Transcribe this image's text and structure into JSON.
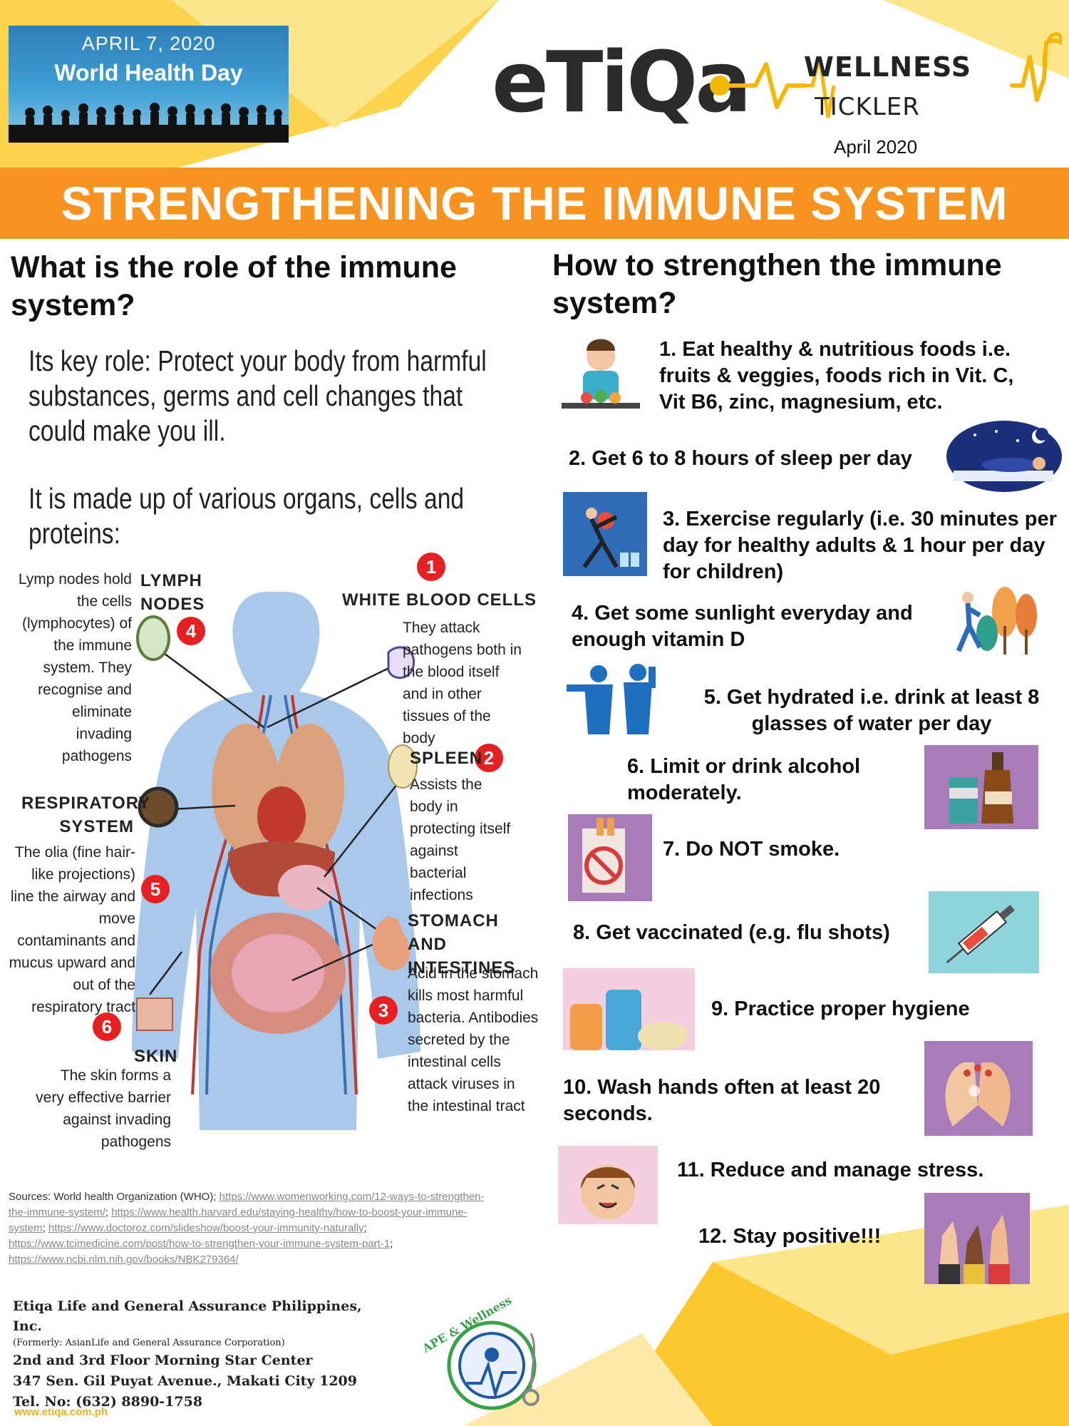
{
  "banner": {
    "date": "APRIL 7, 2020",
    "title": "World Health   Day"
  },
  "brand": {
    "logo_text": "eTiQa",
    "wellness": "WELLNESS",
    "tickler": "TICKLER",
    "issue_date": "April 2020"
  },
  "title": "STRENGTHENING THE IMMUNE SYSTEM",
  "left": {
    "heading": "What is the role of the immune system?",
    "key_role": "Its key role: Protect your body from harmful substances, germs and cell changes that could make you ill.",
    "made_up": "It is made up of various organs, cells and proteins:"
  },
  "diagram": {
    "items": [
      {
        "number": "1",
        "title": "WHITE BLOOD CELLS",
        "text": "They attack pathogens both in the blood itself and in other tissues of the body"
      },
      {
        "number": "2",
        "title": "SPLEEN",
        "text": "Assists the body in protecting itself against bacterial infections"
      },
      {
        "number": "3",
        "title": "STOMACH AND INTESTINES",
        "text": "Acid in the stomach kills most harmful bacteria. Antibodies secreted by the intestinal cells attack viruses in the intestinal tract"
      },
      {
        "number": "4",
        "title": "LYMPH NODES",
        "text": "Lymp nodes hold the cells (lymphocytes) of the immune system. They recognise and eliminate invading pathogens"
      },
      {
        "number": "5",
        "title": "RESPIRATORY SYSTEM",
        "text": "The olia (fine hair-like projections) line the airway and move contaminants and mucus upward and out of the respiratory tract"
      },
      {
        "number": "6",
        "title": "SKIN",
        "text": "The skin forms a very effective barrier against invading pathogens"
      }
    ]
  },
  "right": {
    "heading": "How to strengthen the immune system?",
    "tips": [
      "1. Eat healthy & nutritious foods i.e. fruits & veggies, foods rich in Vit. C, Vit B6, zinc, magnesium, etc.",
      "2. Get 6 to 8 hours of sleep per day",
      "3. Exercise regularly (i.e. 30 minutes per day for healthy adults & 1 hour per day for children)",
      "4. Get some sunlight everyday and enough vitamin D",
      "5. Get hydrated i.e. drink at least 8 glasses of water per day",
      "6.  Limit or drink alcohol moderately.",
      "7. Do NOT smoke.",
      "8. Get vaccinated (e.g. flu shots)",
      "9. Practice proper hygiene",
      "10. Wash hands often at least 20 seconds.",
      "11. Reduce and manage stress.",
      "12. Stay positive!!!"
    ],
    "icons": [
      "eating-icon",
      "sleeping-icon",
      "exercise-icon",
      "sunlight-walk-icon",
      "drinking-water-icon",
      "alcohol-icon",
      "no-smoking-icon",
      "syringe-icon",
      "hygiene-products-icon",
      "handwashing-icon",
      "stress-icon",
      "thumbs-up-icon"
    ]
  },
  "sources": {
    "label": "Sources: World health Organization (WHO); ",
    "links": [
      "https://www.womenworking.com/12-ways-to-strengthen-the-immune-system/",
      "https://www.health.harvard.edu/staying-healthy/how-to-boost-your-immune-system",
      "https://www.doctoroz.com/slideshow/boost-your-immunity-naturally",
      "https://www.tcimedicine.com/post/how-to-strengthen-your-immune-system-part-1",
      "https://www.ncbi.nlm.nih.gov/books/NBK279364/"
    ]
  },
  "company": {
    "name": "Etiqa Life and General Assurance Philippines, Inc.",
    "formerly": "(Formerly: AsianLife and General Assurance Corporation)",
    "address1": "2nd and 3rd Floor Morning Star Center",
    "address2": "347 Sen. Gil Puyat Avenue., Makati City 1209",
    "tel": "Tel. No: (632) 8890-1758",
    "website": "www.etiqa.com.ph",
    "ape_logo_text": "APE & Wellness"
  },
  "colors": {
    "orange": "#f7931e",
    "yellow": "#fcc82e",
    "red_badge": "#e62020"
  }
}
